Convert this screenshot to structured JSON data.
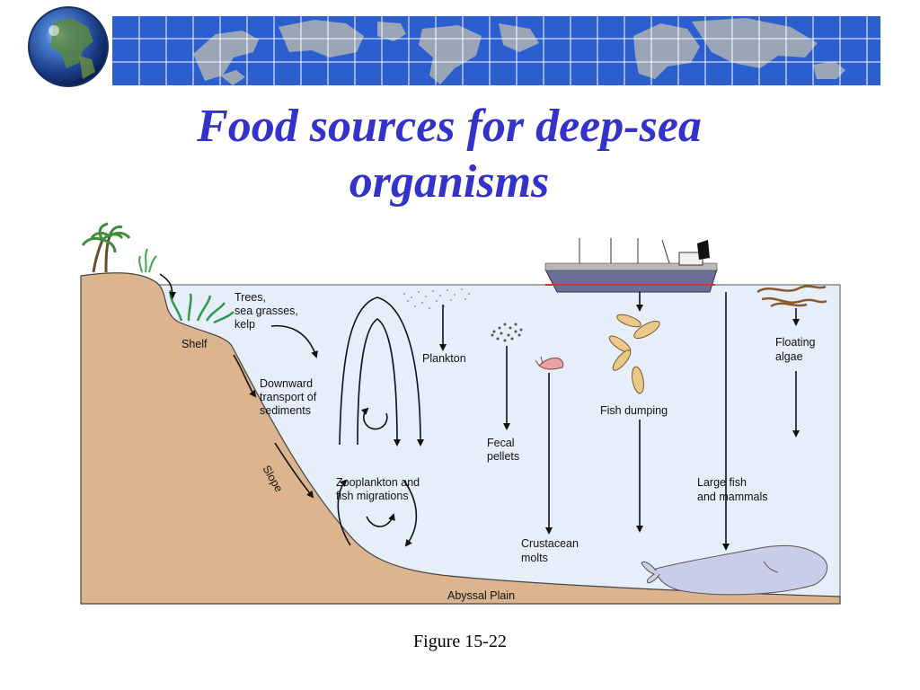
{
  "title": {
    "line1": "Food sources for deep-sea",
    "line2": "organisms"
  },
  "caption": "Figure 15-22",
  "diagram": {
    "labels": {
      "trees": [
        "Trees,",
        "sea grasses,",
        "kelp"
      ],
      "shelf": "Shelf",
      "downward": [
        "Downward",
        "transport of",
        "sediments"
      ],
      "slope": "Slope",
      "zooplankton": [
        "Zooplankton and",
        "fish migrations"
      ],
      "plankton": "Plankton",
      "fecal": [
        "Fecal",
        "pellets"
      ],
      "crustacean": [
        "Crustacean",
        "molts"
      ],
      "fish_dumping": "Fish dumping",
      "large_fish": [
        "Large fish",
        "and mammals"
      ],
      "floating": [
        "Floating",
        "algae"
      ],
      "abyssal": "Abyssal Plain"
    },
    "colors": {
      "water": "#e6eef9",
      "sediment": "#dcb58f",
      "title": "#3333cc",
      "banner_blue": "#2b5ecf",
      "whale": "#c9cde8"
    }
  }
}
